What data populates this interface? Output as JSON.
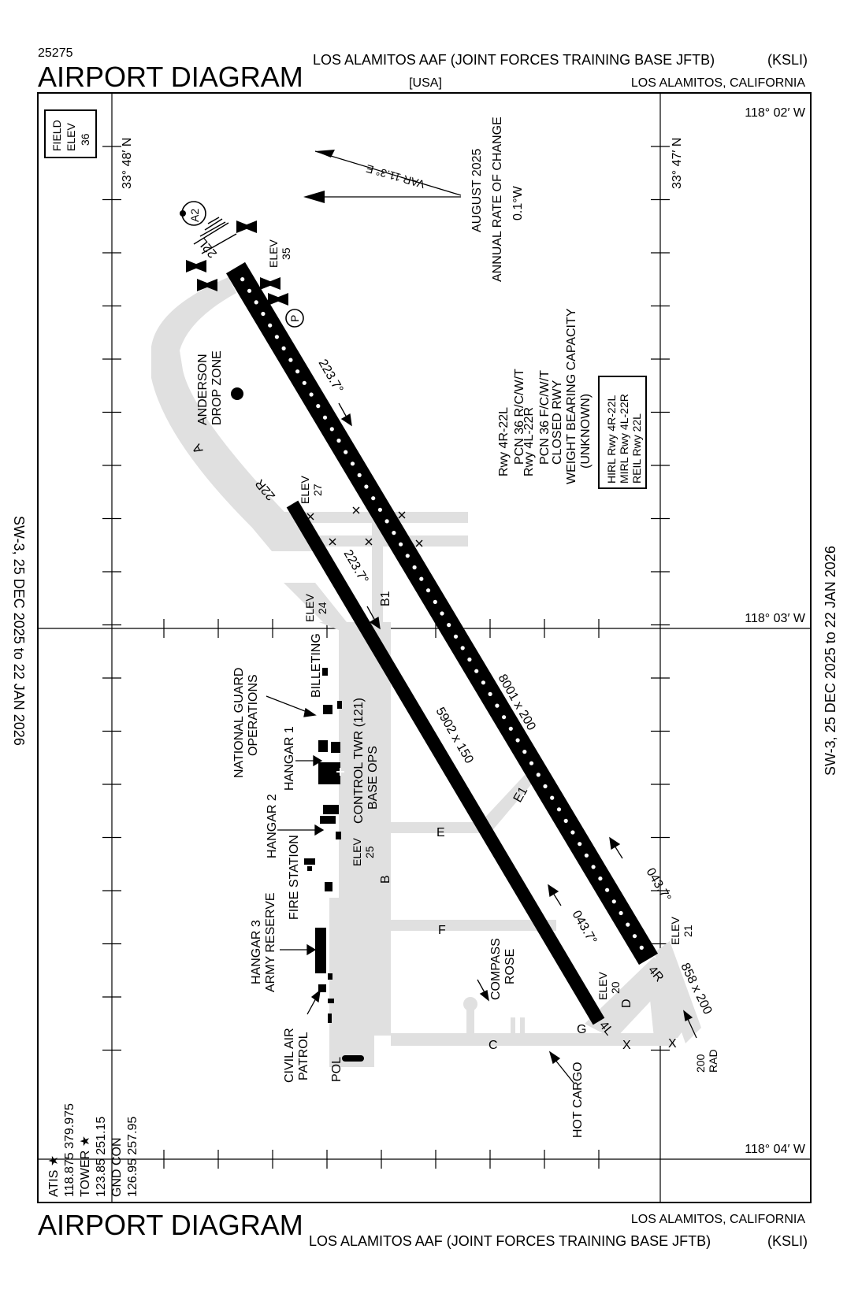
{
  "header": {
    "chart_number": "25275",
    "title": "AIRPORT DIAGRAM",
    "airport_name": "LOS ALAMITOS AAF (JOINT FORCES TRAINING BASE JFTB)",
    "identifier": "(KSLI)",
    "country": "[USA]",
    "location": "LOS ALAMITOS, CALIFORNIA"
  },
  "footer": {
    "title": "AIRPORT DIAGRAM",
    "airport_name": "LOS ALAMITOS AAF (JOINT FORCES TRAINING BASE JFTB)",
    "identifier": "(KSLI)",
    "location": "LOS ALAMITOS, CALIFORNIA"
  },
  "side_labels": {
    "left": "SW-3,  25 DEC 2025  to  22 JAN 2026",
    "right": "SW-3,  25 DEC 2025  to  22 JAN 2026"
  },
  "field_elev": {
    "line1": "FIELD",
    "line2": "ELEV",
    "value": "36"
  },
  "grid_labels": {
    "lat_left": "33° 48′ N",
    "lat_right": "33° 47′ N",
    "lon_top": "118° 02′ W",
    "lon_mid": "118° 03′ W",
    "lon_bottom": "118° 04′ W"
  },
  "variation": {
    "var": "VAR 11.3° E",
    "date": "AUGUST 2025",
    "rate_label": "ANNUAL RATE OF CHANGE",
    "rate": "0.1°W"
  },
  "pcn_notes": [
    "Rwy 4R-22L",
    "PCN 36 R/C/W/T",
    "Rwy 4L-22R",
    "PCN 36 F/C/W/T",
    "CLOSED RWY",
    "WEIGHT BEARING CAPACITY",
    "(UNKNOWN)"
  ],
  "lighting_notes": [
    "HIRL Rwy 4R-22L",
    "MIRL Rwy 4L-22R",
    "REIL Rwy 22L"
  ],
  "comms": [
    "ATIS ★",
    "118.875  379.975",
    "TOWER ★",
    "123.85  251.15",
    "GND CON",
    "126.95  257.95"
  ],
  "runways": {
    "r22l_end": "22L",
    "r22r_end": "22R",
    "r4r_end": "4R",
    "r4l_end": "4L",
    "r22l_elev": [
      "ELEV",
      "35"
    ],
    "r22r_elev": [
      "ELEV",
      "27"
    ],
    "r4r_elev": [
      "ELEV",
      "21"
    ],
    "r4l_elev": [
      "ELEV",
      "20"
    ],
    "mid_elev": [
      "ELEV",
      "24"
    ],
    "hdg_22l": "223.7°",
    "hdg_22r": "223.7°",
    "hdg_4r": "043.7°",
    "hdg_4l": "043.7°",
    "dim_4r22l": "8001 x 200",
    "dim_4l22r": "5902 x 150",
    "dim_ramp": "858 x 200",
    "rad": [
      "200",
      "RAD"
    ]
  },
  "taxiways": {
    "a": "A",
    "b": "B",
    "b1": "B1",
    "c": "C",
    "d": "D",
    "e": "E",
    "e1": "E1",
    "f": "F",
    "g": "G",
    "x": "X"
  },
  "facilities": {
    "a2": "A2",
    "parking": "P",
    "drop_zone": [
      "ANDERSON",
      "DROP ZONE"
    ],
    "billeting": "BILLETING",
    "ng_ops": [
      "NATIONAL GUARD",
      "OPERATIONS"
    ],
    "hangar1": "HANGAR 1",
    "hangar2": "HANGAR 2",
    "control_twr": [
      "CONTROL TWR (121)",
      "BASE OPS"
    ],
    "ramp_elev": [
      "ELEV",
      "25"
    ],
    "fire_station": "FIRE STATION",
    "hangar3": [
      "HANGAR 3",
      "ARMY RESERVE"
    ],
    "cap": [
      "CIVIL AIR",
      "PATROL"
    ],
    "pol": "POL",
    "compass_rose": [
      "COMPASS",
      "ROSE"
    ],
    "hot_cargo": "HOT CARGO"
  },
  "colors": {
    "ink": "#000000",
    "taxiway": "#e0e0e0",
    "paper": "#ffffff"
  }
}
